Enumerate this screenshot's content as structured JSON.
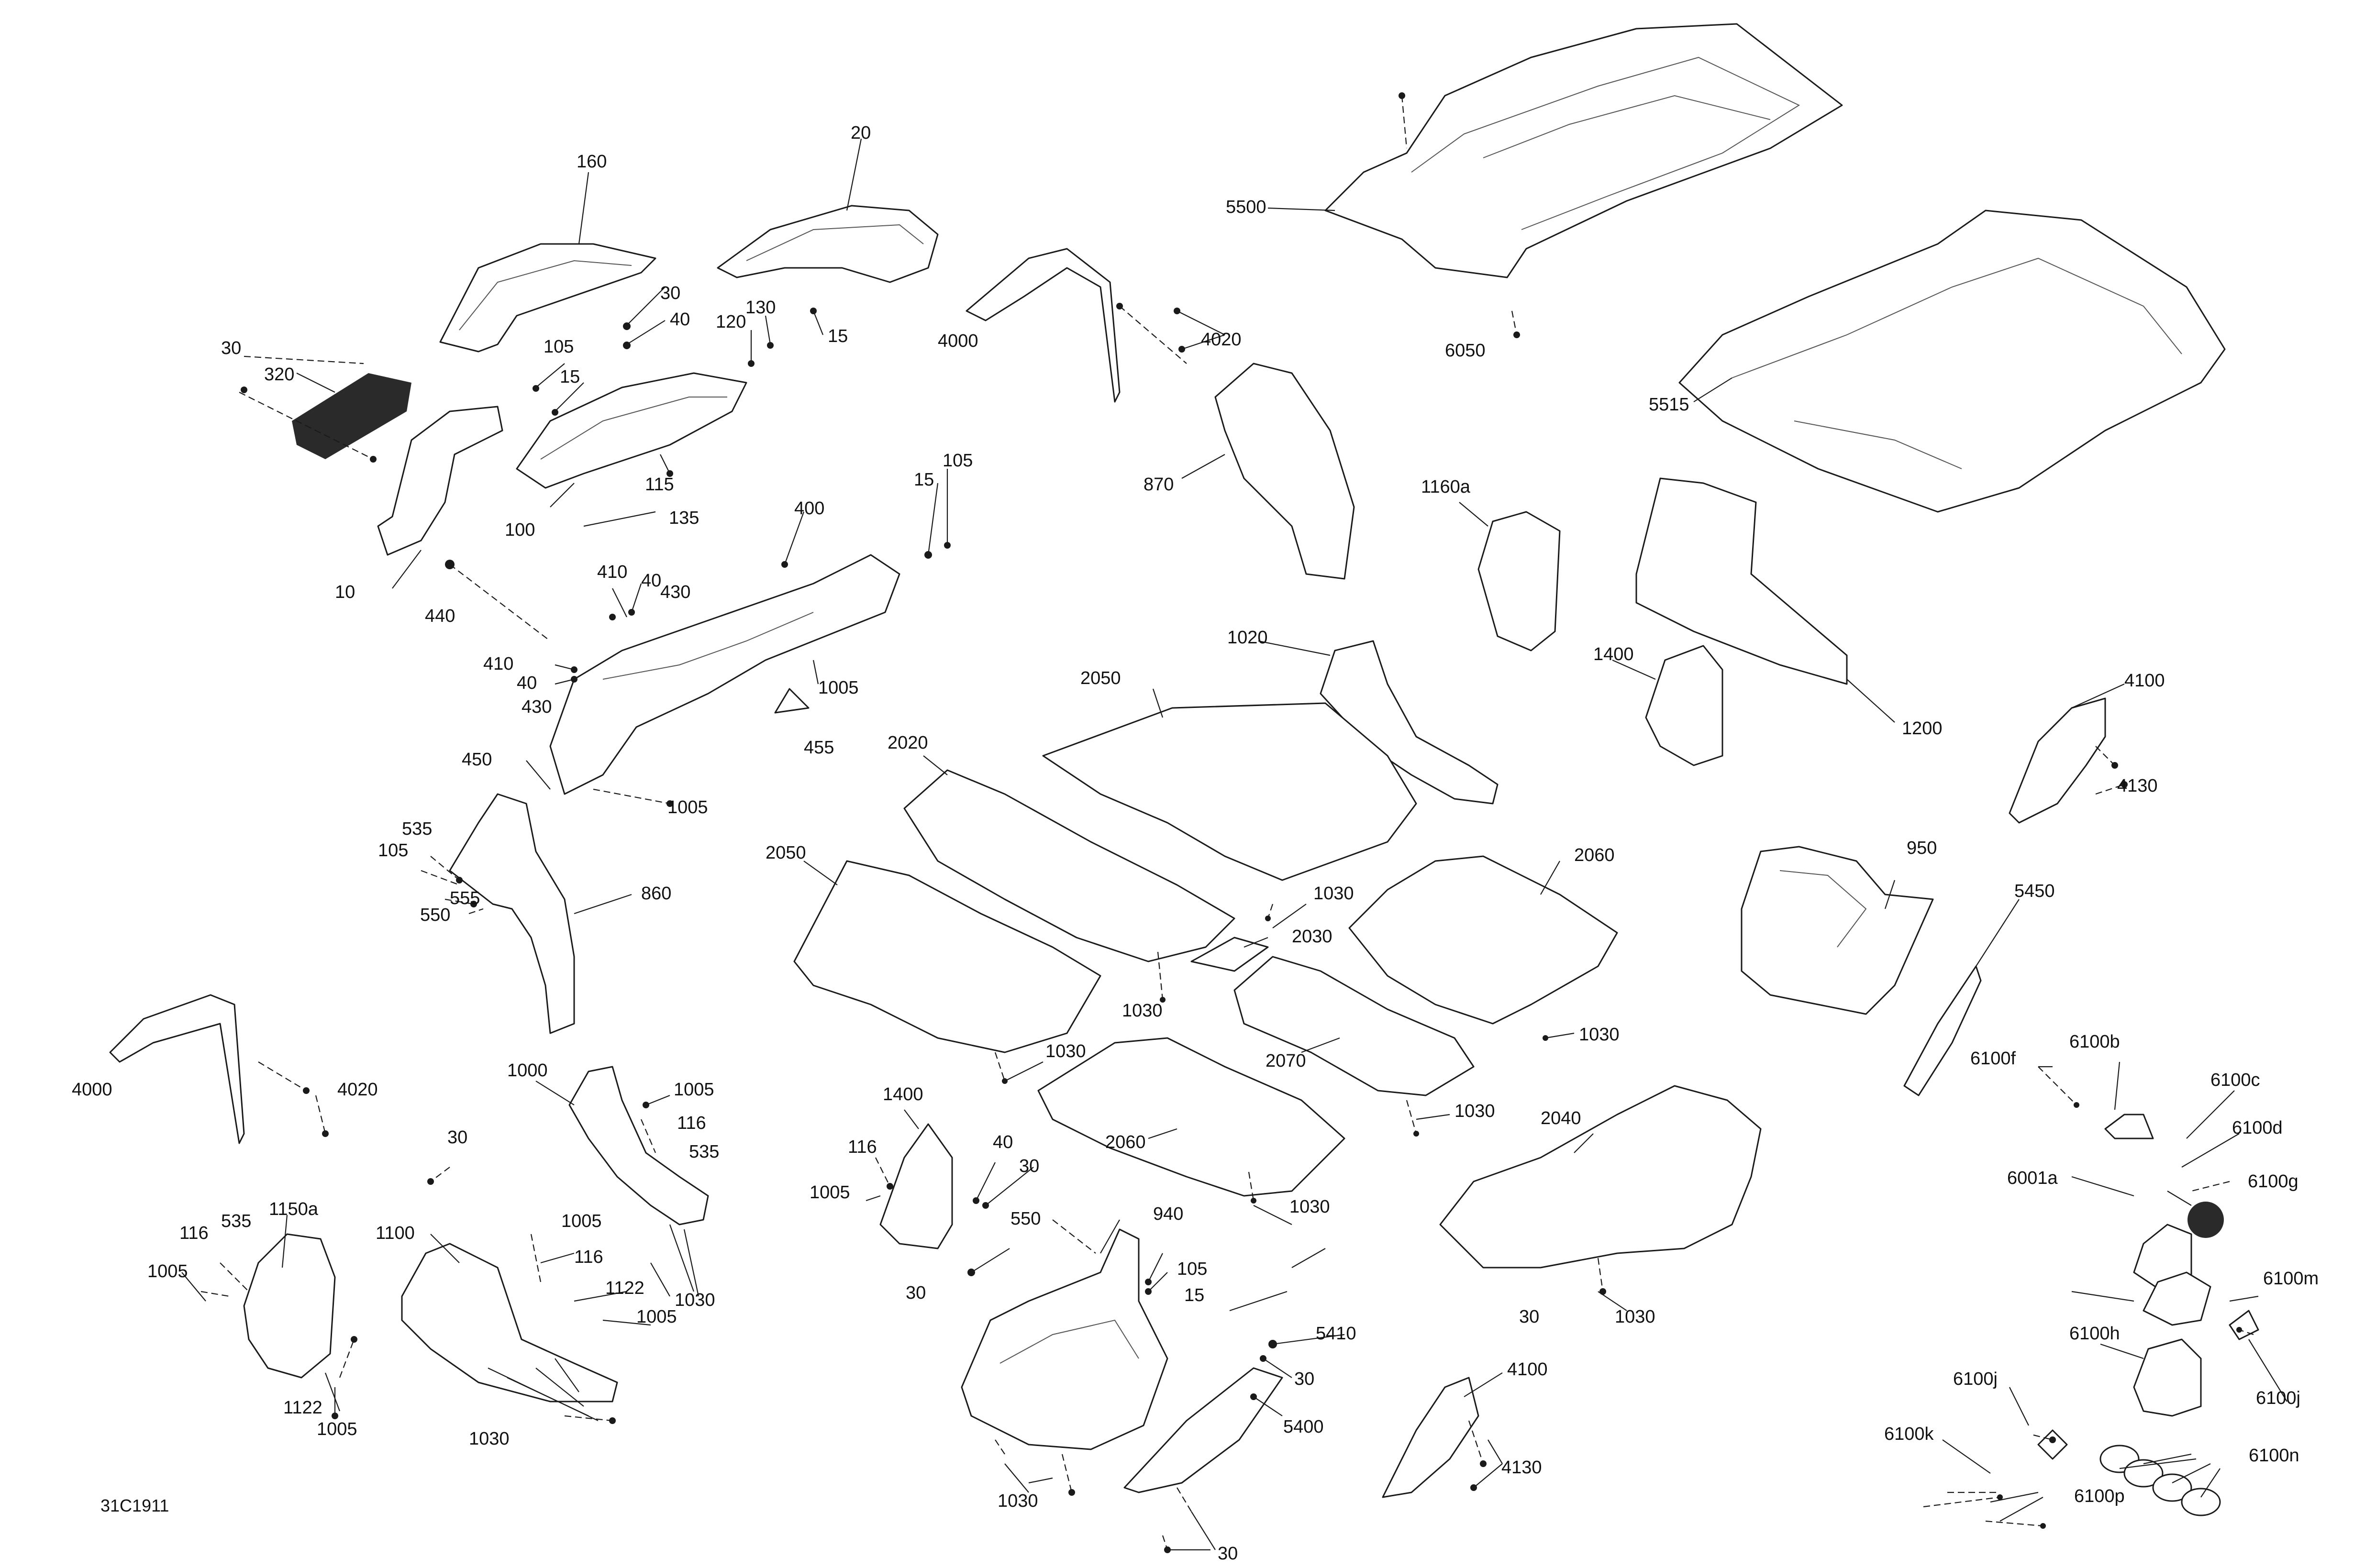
{
  "diagram_code": "31C1911",
  "callouts": [
    {
      "id": "c160",
      "label": "160"
    },
    {
      "id": "c20",
      "label": "20"
    },
    {
      "id": "c30a",
      "label": "30"
    },
    {
      "id": "c40a",
      "label": "40"
    },
    {
      "id": "c120",
      "label": "120"
    },
    {
      "id": "c130",
      "label": "130"
    },
    {
      "id": "c15a",
      "label": "15"
    },
    {
      "id": "c105a",
      "label": "105"
    },
    {
      "id": "c15b",
      "label": "15"
    },
    {
      "id": "c30b",
      "label": "30"
    },
    {
      "id": "c320",
      "label": "320"
    },
    {
      "id": "c115",
      "label": "115"
    },
    {
      "id": "c100",
      "label": "100"
    },
    {
      "id": "c135",
      "label": "135"
    },
    {
      "id": "c10",
      "label": "10"
    },
    {
      "id": "c440",
      "label": "440"
    },
    {
      "id": "c400",
      "label": "400"
    },
    {
      "id": "c15c",
      "label": "15"
    },
    {
      "id": "c105b",
      "label": "105"
    },
    {
      "id": "c410a",
      "label": "410"
    },
    {
      "id": "c40b",
      "label": "40"
    },
    {
      "id": "c430a",
      "label": "430"
    },
    {
      "id": "c410b",
      "label": "410"
    },
    {
      "id": "c40c",
      "label": "40"
    },
    {
      "id": "c430b",
      "label": "430"
    },
    {
      "id": "c1005a",
      "label": "1005"
    },
    {
      "id": "c455",
      "label": "455"
    },
    {
      "id": "c450",
      "label": "450"
    },
    {
      "id": "c1005b",
      "label": "1005"
    },
    {
      "id": "c4000a",
      "label": "4000"
    },
    {
      "id": "c4020a",
      "label": "4020"
    },
    {
      "id": "c870",
      "label": "870"
    },
    {
      "id": "c5500",
      "label": "5500"
    },
    {
      "id": "c6050",
      "label": "6050"
    },
    {
      "id": "c5515",
      "label": "5515"
    },
    {
      "id": "c1160a",
      "label": "1160a"
    },
    {
      "id": "c1020",
      "label": "1020"
    },
    {
      "id": "c2050a",
      "label": "2050"
    },
    {
      "id": "c1400a",
      "label": "1400"
    },
    {
      "id": "c1200",
      "label": "1200"
    },
    {
      "id": "c4100a",
      "label": "4100"
    },
    {
      "id": "c4130a",
      "label": "4130"
    },
    {
      "id": "c2020",
      "label": "2020"
    },
    {
      "id": "c535a",
      "label": "535"
    },
    {
      "id": "c105c",
      "label": "105"
    },
    {
      "id": "c555",
      "label": "555"
    },
    {
      "id": "c550a",
      "label": "550"
    },
    {
      "id": "c860",
      "label": "860"
    },
    {
      "id": "c2050b",
      "label": "2050"
    },
    {
      "id": "c1030a",
      "label": "1030"
    },
    {
      "id": "c2030",
      "label": "2030"
    },
    {
      "id": "c2060a",
      "label": "2060"
    },
    {
      "id": "c950",
      "label": "950"
    },
    {
      "id": "c5450",
      "label": "5450"
    },
    {
      "id": "c1030b",
      "label": "1030"
    },
    {
      "id": "c1030c",
      "label": "1030"
    },
    {
      "id": "c2070",
      "label": "2070"
    },
    {
      "id": "c1030d",
      "label": "1030"
    },
    {
      "id": "c4000b",
      "label": "4000"
    },
    {
      "id": "c4020b",
      "label": "4020"
    },
    {
      "id": "c1000",
      "label": "1000"
    },
    {
      "id": "c1005c",
      "label": "1005"
    },
    {
      "id": "c116a",
      "label": "116"
    },
    {
      "id": "c535b",
      "label": "535"
    },
    {
      "id": "c1400b",
      "label": "1400"
    },
    {
      "id": "c116b",
      "label": "116"
    },
    {
      "id": "c40d",
      "label": "40"
    },
    {
      "id": "c1005d",
      "label": "1005"
    },
    {
      "id": "c30c",
      "label": "30"
    },
    {
      "id": "c30d",
      "label": "30"
    },
    {
      "id": "c1030e",
      "label": "1030"
    },
    {
      "id": "c2040",
      "label": "2040"
    },
    {
      "id": "c2060b",
      "label": "2060"
    },
    {
      "id": "c6100f",
      "label": "6100f"
    },
    {
      "id": "c6100b",
      "label": "6100b"
    },
    {
      "id": "c6100c",
      "label": "6100c"
    },
    {
      "id": "c6100d",
      "label": "6100d"
    },
    {
      "id": "c6001a",
      "label": "6001a"
    },
    {
      "id": "c6100g",
      "label": "6100g"
    },
    {
      "id": "c1150a",
      "label": "1150a"
    },
    {
      "id": "c116c",
      "label": "116"
    },
    {
      "id": "c535c",
      "label": "535"
    },
    {
      "id": "c1005e",
      "label": "1005"
    },
    {
      "id": "c1100",
      "label": "1100"
    },
    {
      "id": "c1005f",
      "label": "1005"
    },
    {
      "id": "c116d",
      "label": "116"
    },
    {
      "id": "c1122a",
      "label": "1122"
    },
    {
      "id": "c1005g",
      "label": "1005"
    },
    {
      "id": "c1030f",
      "label": "1030"
    },
    {
      "id": "c550b",
      "label": "550"
    },
    {
      "id": "c940",
      "label": "940"
    },
    {
      "id": "c105d",
      "label": "105"
    },
    {
      "id": "c15d",
      "label": "15"
    },
    {
      "id": "c30e",
      "label": "30"
    },
    {
      "id": "c1030g",
      "label": "1030"
    },
    {
      "id": "c30f",
      "label": "30"
    },
    {
      "id": "c1030h",
      "label": "1030"
    },
    {
      "id": "c6100m",
      "label": "6100m"
    },
    {
      "id": "c6100h",
      "label": "6100h"
    },
    {
      "id": "c5410",
      "label": "5410"
    },
    {
      "id": "c30g",
      "label": "30"
    },
    {
      "id": "c5400",
      "label": "5400"
    },
    {
      "id": "c4100b",
      "label": "4100"
    },
    {
      "id": "c6100j_a",
      "label": "6100j"
    },
    {
      "id": "c6100j_b",
      "label": "6100j"
    },
    {
      "id": "c4130b",
      "label": "4130"
    },
    {
      "id": "c1122b",
      "label": "1122"
    },
    {
      "id": "c1005h",
      "label": "1005"
    },
    {
      "id": "c1030i",
      "label": "1030"
    },
    {
      "id": "c6100k",
      "label": "6100k"
    },
    {
      "id": "c6100n",
      "label": "6100n"
    },
    {
      "id": "c1030j",
      "label": "1030"
    },
    {
      "id": "c6100p",
      "label": "6100p"
    },
    {
      "id": "c30h",
      "label": "30"
    }
  ]
}
